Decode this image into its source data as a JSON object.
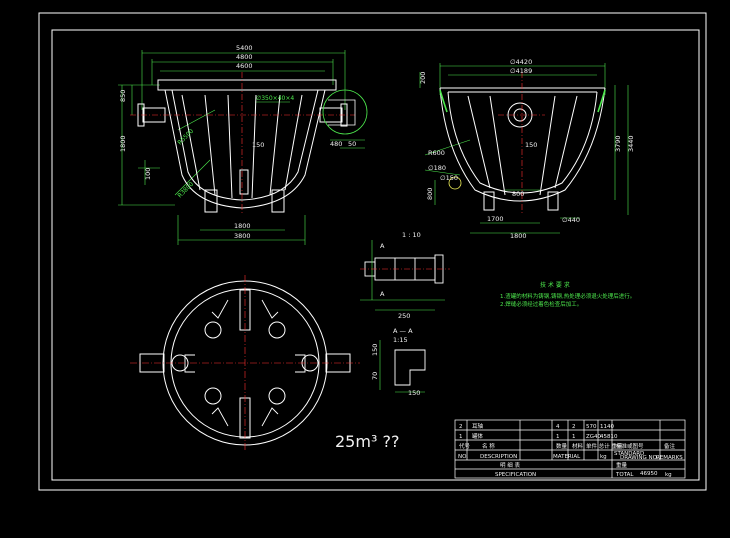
{
  "front_view": {
    "dims": {
      "width_5400": "5400",
      "width_4800a": "4800",
      "width_4600": "4600",
      "h_850": "850",
      "h_1800": "1800",
      "h_100": "100",
      "w_1800": "1800",
      "w_3800": "3800",
      "d_150": "150",
      "d_480": "480",
      "d_50": "50",
      "r_label": "R5500",
      "r_label2": "R3800",
      "top_label": "∅350×40×4"
    }
  },
  "side_view": {
    "dims": {
      "d_4420": "∅4420",
      "d_4189": "∅4189",
      "h_200": "200",
      "r_600": "R600",
      "r_180": "∅180",
      "r_150": "∅150",
      "h_3790": "3790",
      "h_3440": "3440",
      "h_800": "800",
      "w_1700": "1700",
      "w_1800": "1800",
      "w_800": "800",
      "w_440": "∅440",
      "d_150": "150"
    }
  },
  "detail_a": {
    "scale": "1 : 10",
    "dim_250": "250",
    "labels": [
      "A",
      "A"
    ]
  },
  "detail_b": {
    "title": "A — A",
    "scale": "1:15",
    "dim_150a": "150",
    "dim_70": "70",
    "dim_150b": "150"
  },
  "notes": {
    "title": "技 术 要 求",
    "lines": [
      "1.渣罐的材料为铸钢,铸钢,热处理必须退火处理后进行。",
      "2.焊缝必须经过着色检查后加工。"
    ]
  },
  "capacity_label": "25m³ ??",
  "title_block": {
    "rows": [
      {
        "no": "2",
        "name": "耳轴",
        "qty": "4",
        "code": "2",
        "material": "570",
        "weight": "1140"
      },
      {
        "no": "1",
        "name": "罐体",
        "qty": "1",
        "code": "1",
        "material": "ZG40",
        "weight": "45810"
      }
    ],
    "headers": {
      "no": "NO.",
      "description": "DESCRIPTION",
      "material": "MATERIAL",
      "standard": "STANDARD",
      "drawing_no": "DRAWING NO.",
      "remarks": "REMARKS",
      "code_cn": "代号",
      "name_cn": "名 称",
      "qty_cn": "数量",
      "material_cn": "材料",
      "weight_cn": "单件 总计 重量",
      "std_cn": "标准或图号",
      "remark_cn": "备注",
      "kg": "kg"
    },
    "spec_cn": "明 细 表",
    "spec_en": "SPECIFICATION",
    "total_cn": "重量",
    "total_label": "TOTAL",
    "total_value": "46950",
    "total_unit": "kg"
  },
  "colors": {
    "background": "#000000",
    "outline": "#ffffff",
    "dimension": "#4de84d",
    "centerline": "#ff3030",
    "hidden": "#f2f25a"
  }
}
